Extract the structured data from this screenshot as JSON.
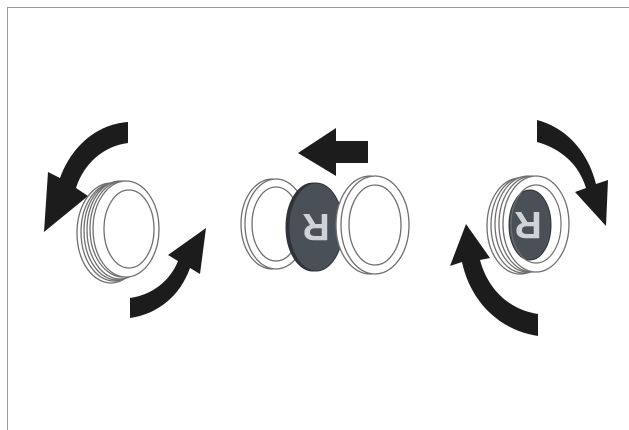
{
  "diagram": {
    "colors": {
      "arrow": "#1c1c1c",
      "ring_stroke": "#6f6f6f",
      "ring_fill": "#ffffff",
      "lens": "#4a5057",
      "lens_dark": "#2f343a",
      "lens_glyph": "#cfd3d8",
      "border": "#9a9a9a"
    },
    "lens_glyph": "R",
    "steps": [
      {
        "name": "unscrew-ring",
        "rotation": "counterclockwise"
      },
      {
        "name": "insert-lens",
        "direction": "left"
      },
      {
        "name": "screw-ring",
        "rotation": "clockwise"
      }
    ]
  }
}
